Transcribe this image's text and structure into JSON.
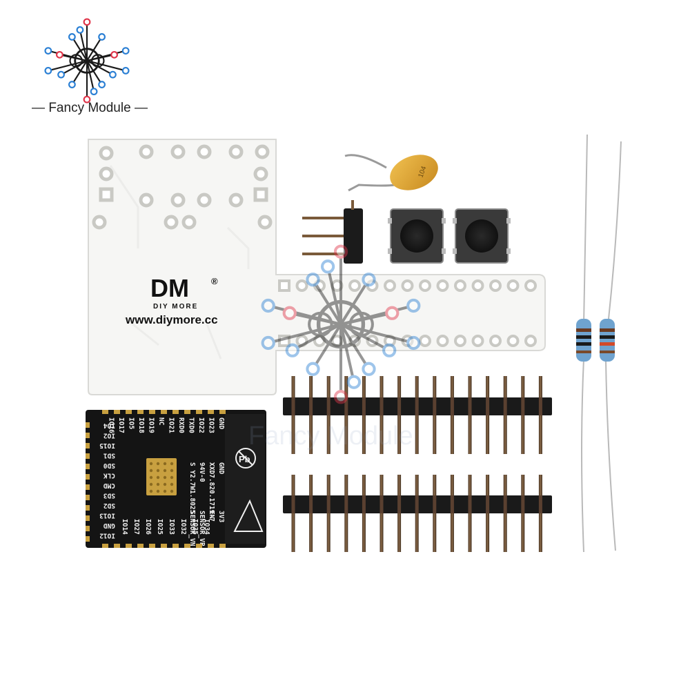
{
  "brand": {
    "name": "Fancy Module",
    "logo_colors": {
      "blue": "#2a7fd4",
      "red": "#e0354a",
      "dark": "#1a1a1a"
    }
  },
  "pcb": {
    "logo": "DM",
    "brand_line": "DIY MORE",
    "url": "www.diymore.cc",
    "color": "#f7f7f5"
  },
  "capacitor": {
    "label": "104",
    "color": "#e3a72f"
  },
  "module": {
    "left_pins": [
      "IO4",
      "IO2",
      "IO15",
      "SD1",
      "SD0",
      "CLK",
      "CMD",
      "SD3",
      "SD2",
      "IO13",
      "GND",
      "IO12"
    ],
    "top_pins": [
      "GND",
      "IO23",
      "IO22",
      "TXD0",
      "RXD0",
      "IO21",
      "NC",
      "IO19",
      "IO18",
      "IO5",
      "IO17",
      "IO16"
    ],
    "bottom_pins": [
      "IO14",
      "IO27",
      "IO26",
      "IO25",
      "IO33",
      "IO32",
      "IO35",
      "IO34"
    ],
    "markings": [
      "GND",
      "XXD7.820.1719-7",
      "94V-0",
      "S Y2.7W1.8025"
    ],
    "sensor_labels": [
      "3V3",
      "EN",
      "SENSOR_VP",
      "SENSOR_VN"
    ]
  },
  "watermark": {
    "text": "Fancy Module"
  }
}
